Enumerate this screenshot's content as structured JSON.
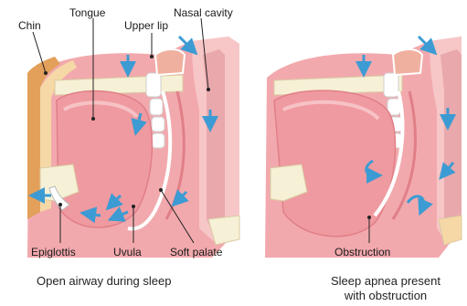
{
  "labels": {
    "chin": "Chin",
    "tongue": "Tongue",
    "upper_lip": "Upper lip",
    "nasal_cavity": "Nasal cavity",
    "epiglottis": "Epiglottis",
    "uvula": "Uvula",
    "soft_palate": "Soft palate",
    "obstruction": "Obstruction"
  },
  "captions": {
    "left": "Open airway during sleep",
    "right_line1": "Sleep apnea present",
    "right_line2": "with obstruction"
  },
  "colors": {
    "tissue": "#f2a9ad",
    "tissue_dark": "#e07f88",
    "tongue": "#ef9aa0",
    "bone": "#f6f0d6",
    "skin": "#e3a05a",
    "nasal": "#f7c6c7",
    "arrow": "#3d9bd3"
  }
}
